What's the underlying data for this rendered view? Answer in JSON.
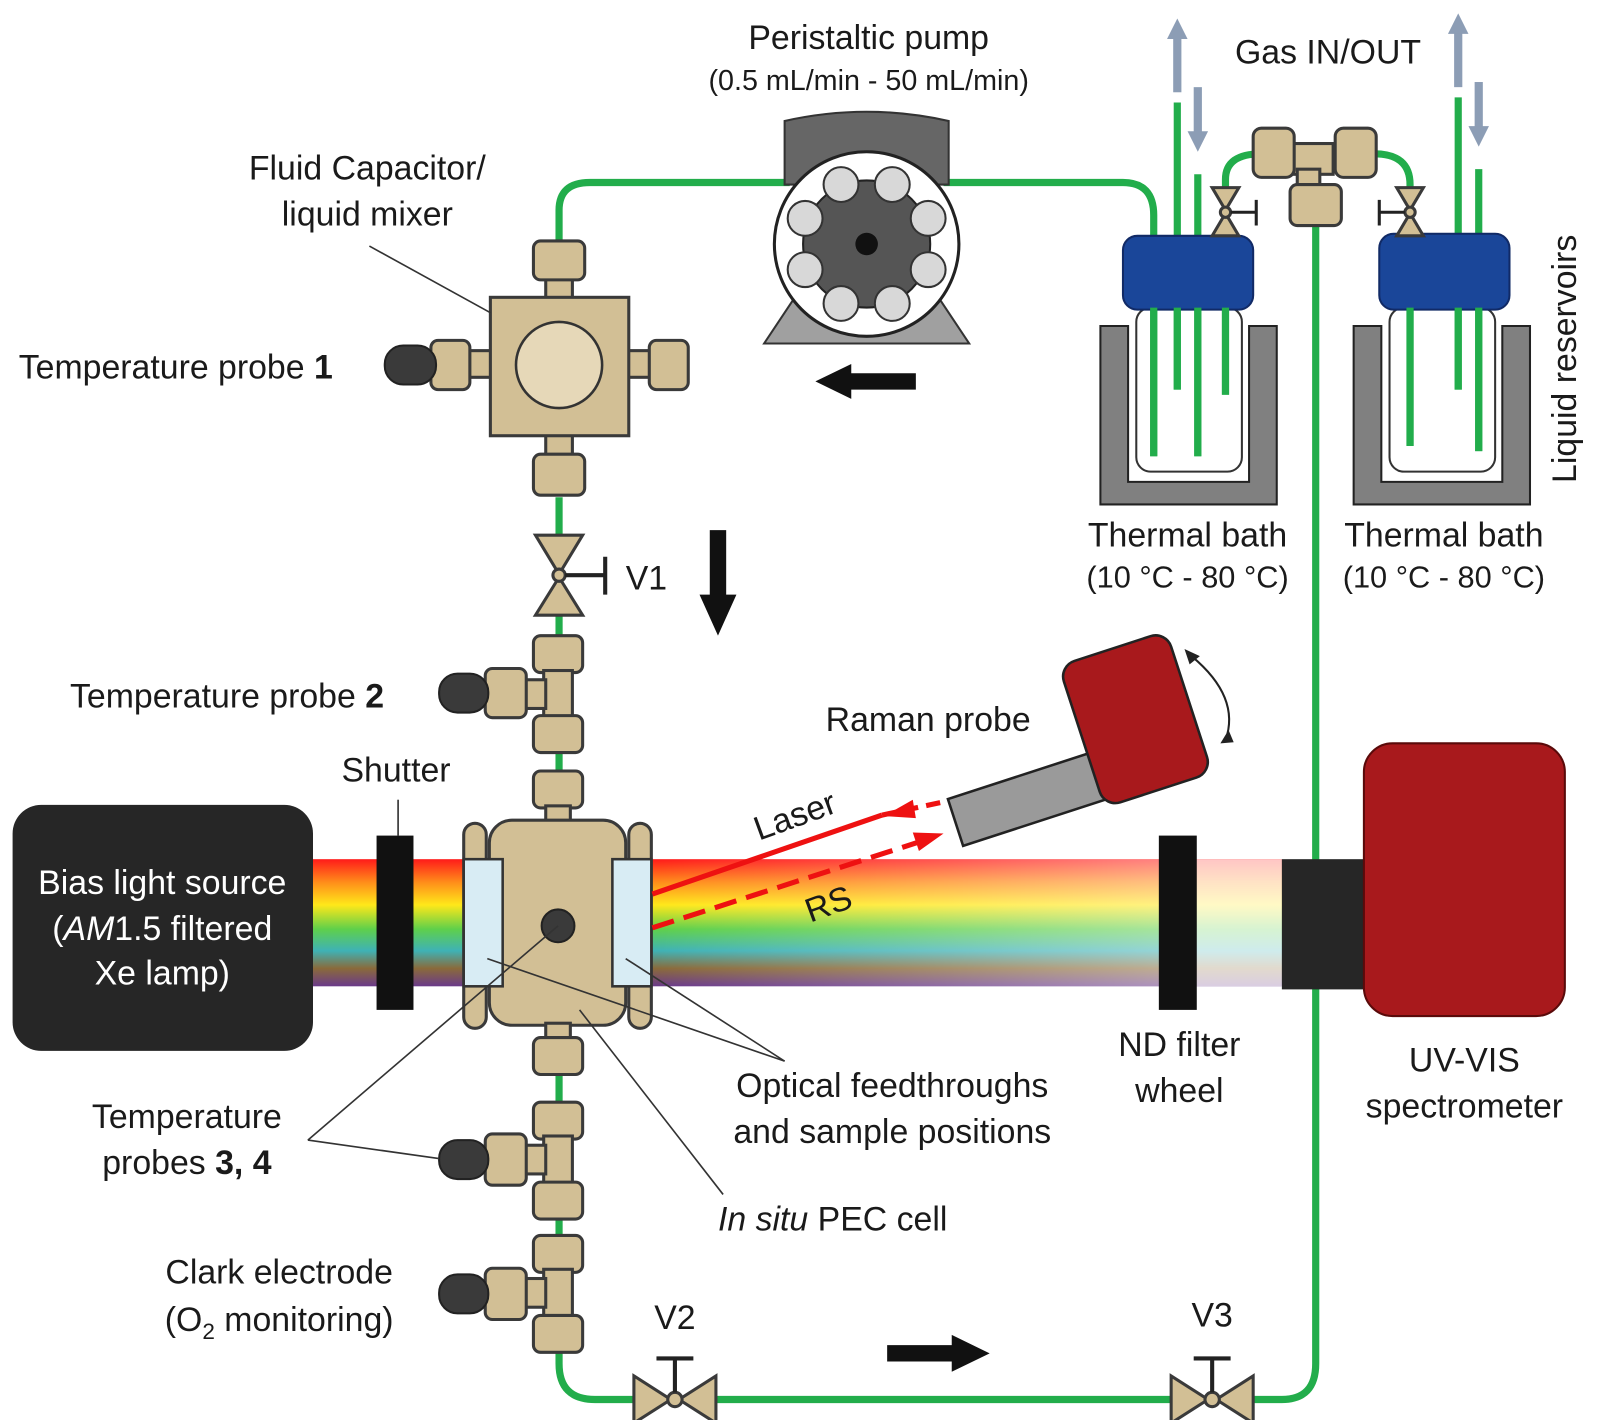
{
  "labels": {
    "pump_title": "Peristaltic pump",
    "pump_range": "(0.5 mL/min - 50 mL/min)",
    "gas": "Gas IN/OUT",
    "mixer_1": "Fluid Capacitor/",
    "mixer_2": "liquid mixer",
    "temp_probe_1": "Temperature probe ",
    "temp_probe_1_num": "1",
    "temp_probe_2": "Temperature probe ",
    "temp_probe_2_num": "2",
    "v1": "V1",
    "v2": "V2",
    "v3": "V3",
    "bath_left_1": "Thermal bath",
    "bath_left_2": "(10 °C - 80 °C)",
    "bath_right_1": "Thermal bath",
    "bath_right_2": "(10 °C - 80 °C)",
    "reservoirs": "Liquid reservoirs",
    "raman": "Raman probe",
    "shutter": "Shutter",
    "laser": "Laser",
    "rs": "RS",
    "bias_1": "Bias light source",
    "bias_2a": "(",
    "bias_2b": "AM",
    "bias_2c": "1.5 filtered",
    "bias_3": "Xe lamp)",
    "nd_1": "ND filter",
    "nd_2": "wheel",
    "uvvis_1": "UV-VIS",
    "uvvis_2": "spectrometer",
    "optical_1": "Optical feedthroughs",
    "optical_2": "and sample positions",
    "tp34_1": "Temperature",
    "tp34_2": "probes ",
    "tp34_num": "3, 4",
    "pec_italic": "In situ",
    "pec_rest": " PEC cell",
    "clark_1": "Clark electrode",
    "clark_2a": "(O",
    "clark_2b": "2",
    "clark_2c": " monitoring)"
  },
  "colors": {
    "tubing": "#22ad4b",
    "fitting": "#d2bf95",
    "reservoir_cap": "#1a4699",
    "raman_probe": "#a8191c",
    "spectrometer": "#a8191c",
    "light_source": "#262626",
    "gas_arrow": "#8c9db5"
  }
}
